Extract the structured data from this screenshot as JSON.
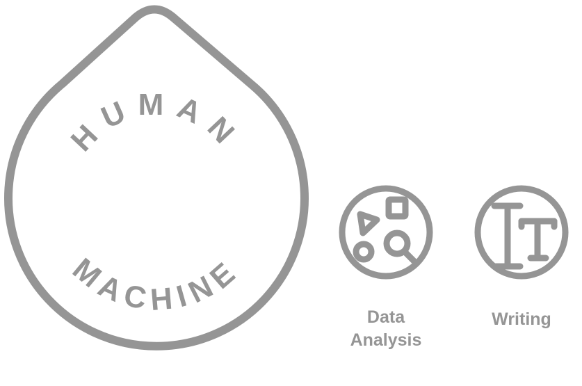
{
  "logo": {
    "top_word": "HUMAN",
    "bottom_word": "MACHINE"
  },
  "icons": [
    {
      "name": "data-analysis-icon",
      "label_line1": "Data",
      "label_line2": "Analysis"
    },
    {
      "name": "writing-icon",
      "label": "Writing"
    }
  ],
  "colors": {
    "stroke": "#959595",
    "background": "#ffffff"
  }
}
